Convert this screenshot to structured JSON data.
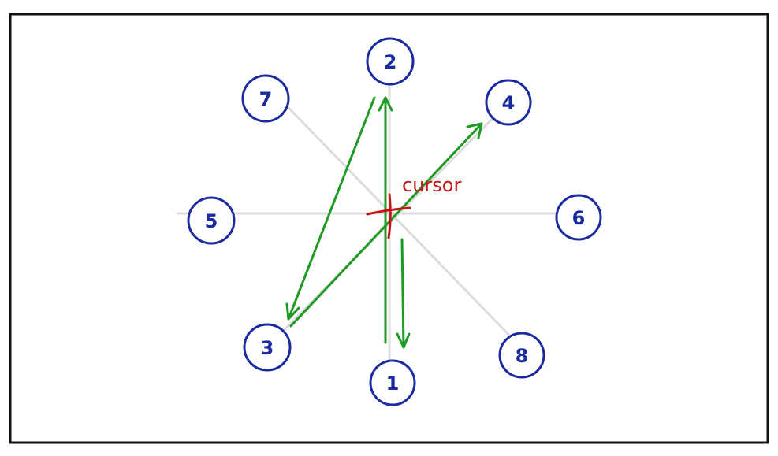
{
  "nodes": [
    {
      "label": "1"
    },
    {
      "label": "2"
    },
    {
      "label": "3"
    },
    {
      "label": "4"
    },
    {
      "label": "5"
    },
    {
      "label": "6"
    },
    {
      "label": "7"
    },
    {
      "label": "8"
    }
  ],
  "cursor": {
    "label": "cursor"
  },
  "colors": {
    "node": "#1a2aa0",
    "path": "#1f9a22",
    "cursor": "#c81414",
    "guide": "#dcdcdc",
    "frame": "#111111"
  }
}
